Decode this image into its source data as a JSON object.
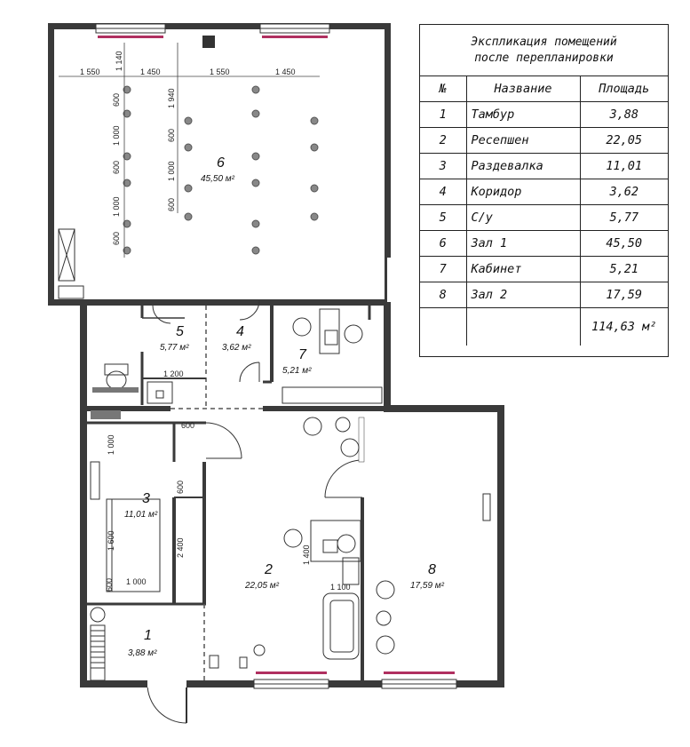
{
  "legend": {
    "title_line1": "Экспликация помещений",
    "title_line2": "после перепланировки",
    "col_num": "№",
    "col_name": "Название",
    "col_area": "Площадь",
    "rows": [
      {
        "num": "1",
        "name": "Тамбур",
        "area": "3,88"
      },
      {
        "num": "2",
        "name": "Ресепшен",
        "area": "22,05"
      },
      {
        "num": "3",
        "name": "Раздевалка",
        "area": "11,01"
      },
      {
        "num": "4",
        "name": "Коридор",
        "area": "3,62"
      },
      {
        "num": "5",
        "name": "С/у",
        "area": "5,77"
      },
      {
        "num": "6",
        "name": "Зал 1",
        "area": "45,50"
      },
      {
        "num": "7",
        "name": "Кабинет",
        "area": "5,21"
      },
      {
        "num": "8",
        "name": "Зал 2",
        "area": "17,59"
      }
    ],
    "total": "114,63 м²"
  },
  "rooms": [
    {
      "num": "1",
      "area": "3,88 м²"
    },
    {
      "num": "2",
      "area": "22,05 м²"
    },
    {
      "num": "3",
      "area": "11,01 м²"
    },
    {
      "num": "4",
      "area": "3,62 м²"
    },
    {
      "num": "5",
      "area": "5,77 м²"
    },
    {
      "num": "6",
      "area": "45,50 м²"
    },
    {
      "num": "7",
      "area": "5,21 м²"
    },
    {
      "num": "8",
      "area": "17,59 м²"
    }
  ],
  "dimensions": {
    "top_1550_a": "1 550",
    "top_1450_a": "1 450",
    "top_1550_b": "1 550",
    "top_1450_b": "1 450",
    "top_1140": "1 140",
    "left_600_a": "600",
    "left_1000_a": "1 000",
    "left_600_b": "600",
    "left_1000_b": "1 000",
    "left_600_c": "600",
    "mid_1940": "1 940",
    "mid_600_a": "600",
    "mid_1000": "1 000",
    "mid_600_b": "600",
    "hall3_1000": "1 000",
    "hall3_1600": "1 600",
    "hall3_600": "600",
    "hall3_1000h": "1 000",
    "door_600": "600",
    "wall_600": "600",
    "wall_2400": "2 400",
    "wc_1200": "1 200",
    "desk_1400": "1 400",
    "desk_1100": "1 100"
  }
}
